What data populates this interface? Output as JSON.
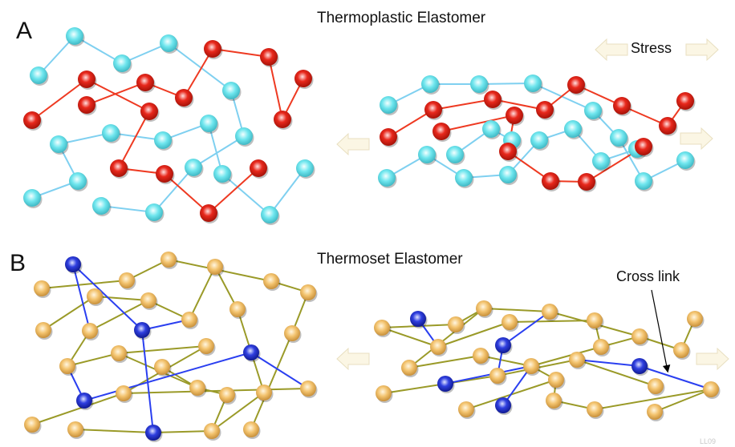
{
  "panel_a": {
    "letter": "A",
    "title": "Thermoplastic Elastomer",
    "stress_label": "Stress"
  },
  "panel_b": {
    "letter": "B",
    "title": "Thermoset Elastomer",
    "crosslink_label": "Cross link"
  },
  "watermark": "LL09",
  "colors": {
    "cyan_node": "#6fe6ee",
    "cyan_line": "#7fd0f0",
    "red_node": "#e8281c",
    "red_line": "#ee3a22",
    "gold_node": "#f3c36e",
    "olive_line": "#9a9a28",
    "blue_node": "#2f3fe0",
    "blue_line": "#2a3ff0",
    "arrow_fill": "#fbf6e4"
  }
}
